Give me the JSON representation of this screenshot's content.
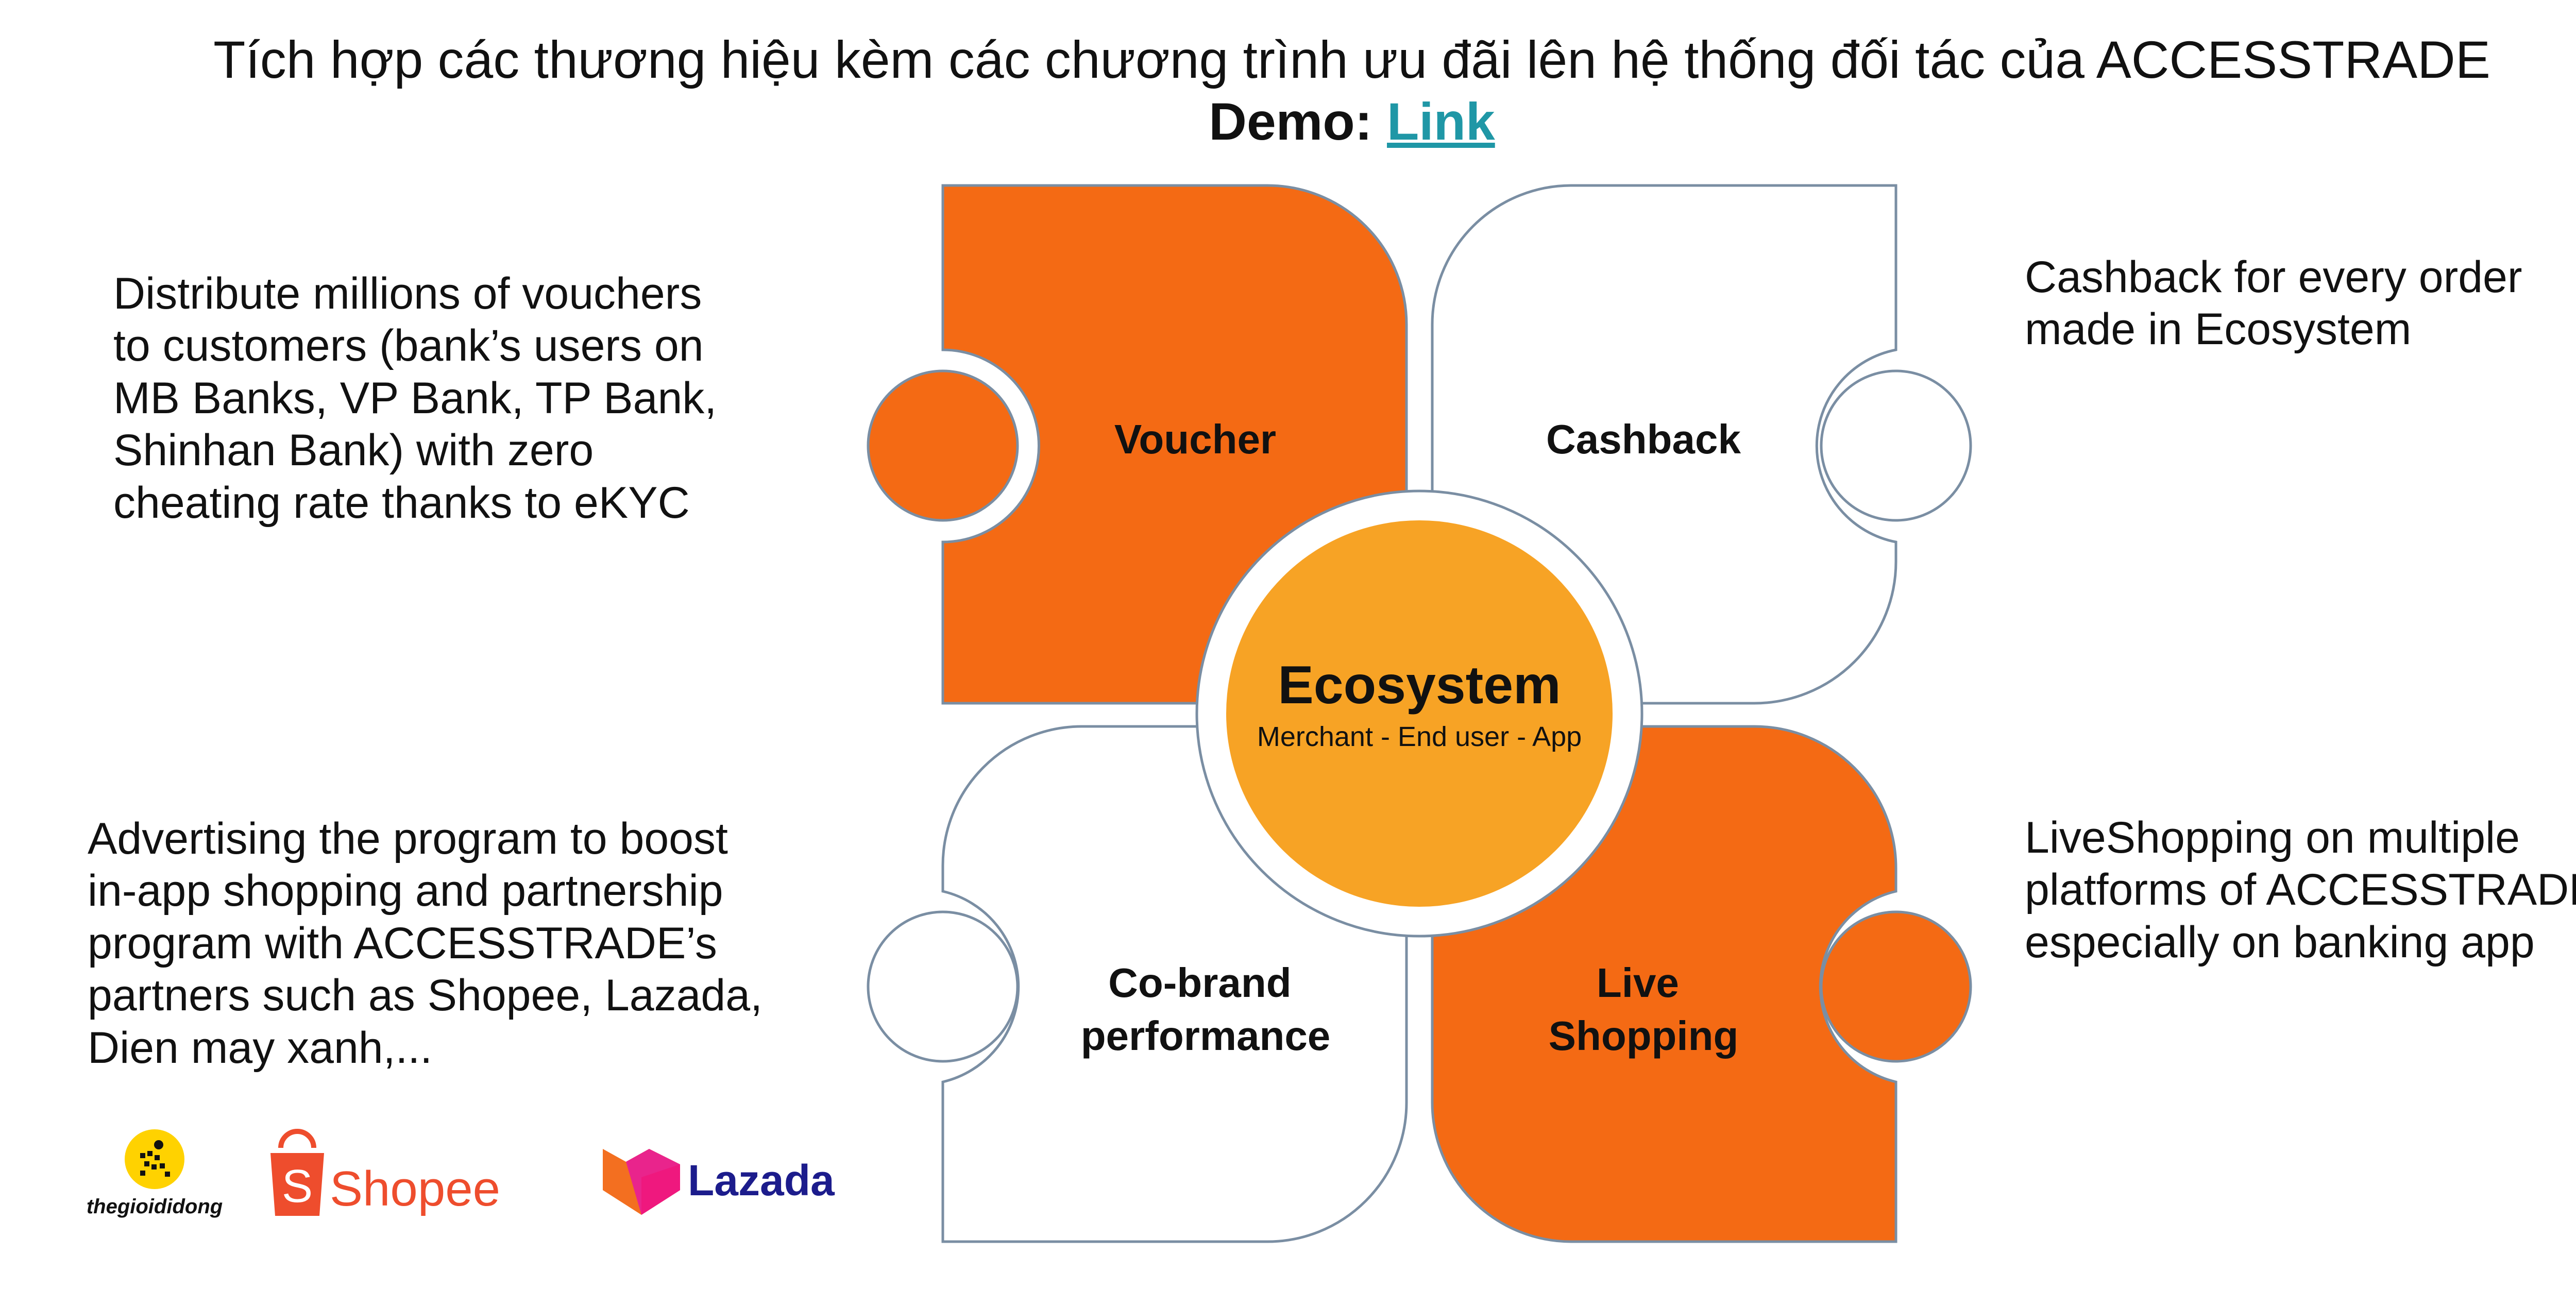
{
  "title": "Tích hợp các thương hiệu kèm các chương trình ưu đãi lên hệ thống đối tác của ACCESSTRADE",
  "demo": {
    "label": "Demo:",
    "link_text": "Link"
  },
  "center": {
    "title": "Ecosystem",
    "subtitle": "Merchant - End user - App"
  },
  "quadrants": {
    "voucher": {
      "label": "Voucher"
    },
    "cashback": {
      "label": "Cashback"
    },
    "cobrand": {
      "label_line1": "Co-brand",
      "label_line2": "performance"
    },
    "live": {
      "label_line1": "Live",
      "label_line2": "Shopping"
    }
  },
  "descriptions": {
    "voucher": "Distribute millions of vouchers\nto customers (bank’s users on\nMB Banks, VP Bank, TP Bank,\nShinhan Bank) with zero\ncheating rate thanks to eKYC",
    "cashback": "Cashback for every order\nmade in Ecosystem",
    "cobrand": "Advertising the program to boost\nin-app shopping and partnership\nprogram with ACCESSTRADE’s\npartners such as Shopee, Lazada,\nDien may xanh,...",
    "live": "LiveShopping on multiple\nplatforms of ACCESSTRADE,\nespecially on banking app"
  },
  "logos": {
    "tgdd": "thegioididong",
    "shopee": "Shopee",
    "shopee_glyph": "S",
    "lazada": "Lazada"
  },
  "colors": {
    "orange": "#f46a14",
    "center": "#f7a325",
    "outline": "#7a8ea3",
    "link": "#1f97a6",
    "lazada_text": "#1c1c8c"
  }
}
